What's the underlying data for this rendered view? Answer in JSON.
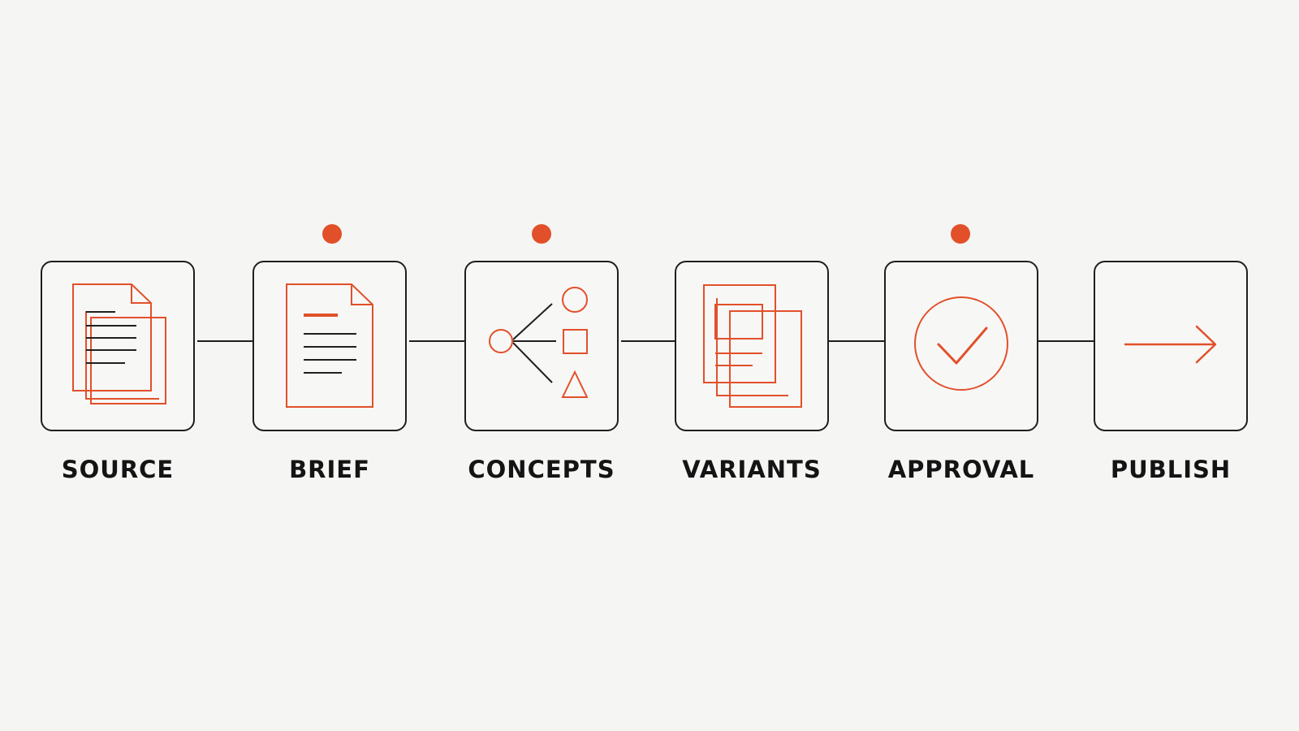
{
  "colors": {
    "background": "#f5f5f4",
    "accent": "#e2502a",
    "line": "#1f1f1f",
    "label": "#141414"
  },
  "stages": [
    {
      "label": "SOURCE",
      "icon": "stacked-documents-icon",
      "marked": false
    },
    {
      "label": "BRIEF",
      "icon": "document-icon",
      "marked": true
    },
    {
      "label": "CONCEPTS",
      "icon": "branching-shapes-icon",
      "marked": true
    },
    {
      "label": "VARIANTS",
      "icon": "layout-pages-icon",
      "marked": false
    },
    {
      "label": "APPROVAL",
      "icon": "checkmark-circle-icon",
      "marked": true
    },
    {
      "label": "PUBLISH",
      "icon": "arrow-right-icon",
      "marked": false
    }
  ]
}
